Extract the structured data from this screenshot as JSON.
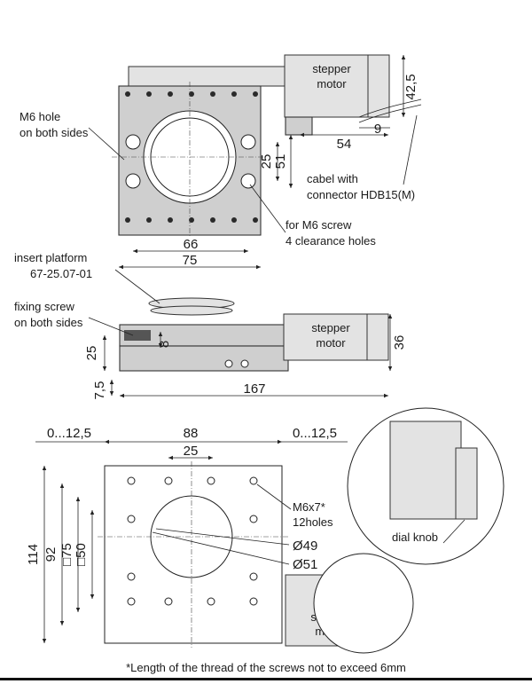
{
  "top_view": {
    "motor_label_1": "stepper",
    "motor_label_2": "motor",
    "callout_m6_hole_1": "M6 hole",
    "callout_m6_hole_2": "on both sides",
    "callout_cable_1": "cabel with",
    "callout_cable_2": "connector HDB15(M)",
    "callout_screw_1": "for M6 screw",
    "callout_screw_2": "4 clearance holes",
    "dim_42_5": "42,5",
    "dim_54": "54",
    "dim_9": "9",
    "dim_25": "25",
    "dim_51": "51",
    "dim_66": "66",
    "dim_75": "75"
  },
  "side_view": {
    "motor_label_1": "stepper",
    "motor_label_2": "motor",
    "callout_insert_1": "insert platform",
    "callout_insert_2": "67-25.07-01",
    "callout_fixing_1": "fixing screw",
    "callout_fixing_2": "on both sides",
    "dim_8": "8",
    "dim_25": "25",
    "dim_36": "36",
    "dim_7_5": "7,5",
    "dim_167": "167"
  },
  "bottom_view": {
    "motor_label_1": "stepper",
    "motor_label_2": "motor",
    "dim_range_left": "0...12,5",
    "dim_88": "88",
    "dim_range_right": "0...12,5",
    "dim_25": "25",
    "callout_m6x7_1": "M6x7*",
    "callout_m6x7_2": "12holes",
    "dim_dia49": "Ø49",
    "dim_dia51": "Ø51",
    "dim_114": "114",
    "dim_92": "92",
    "dim_sq75": "□75",
    "dim_sq50": "□50",
    "detail_label": "dial knob"
  },
  "footnote": "*Length of the thread of the screws not to exceed 6mm"
}
